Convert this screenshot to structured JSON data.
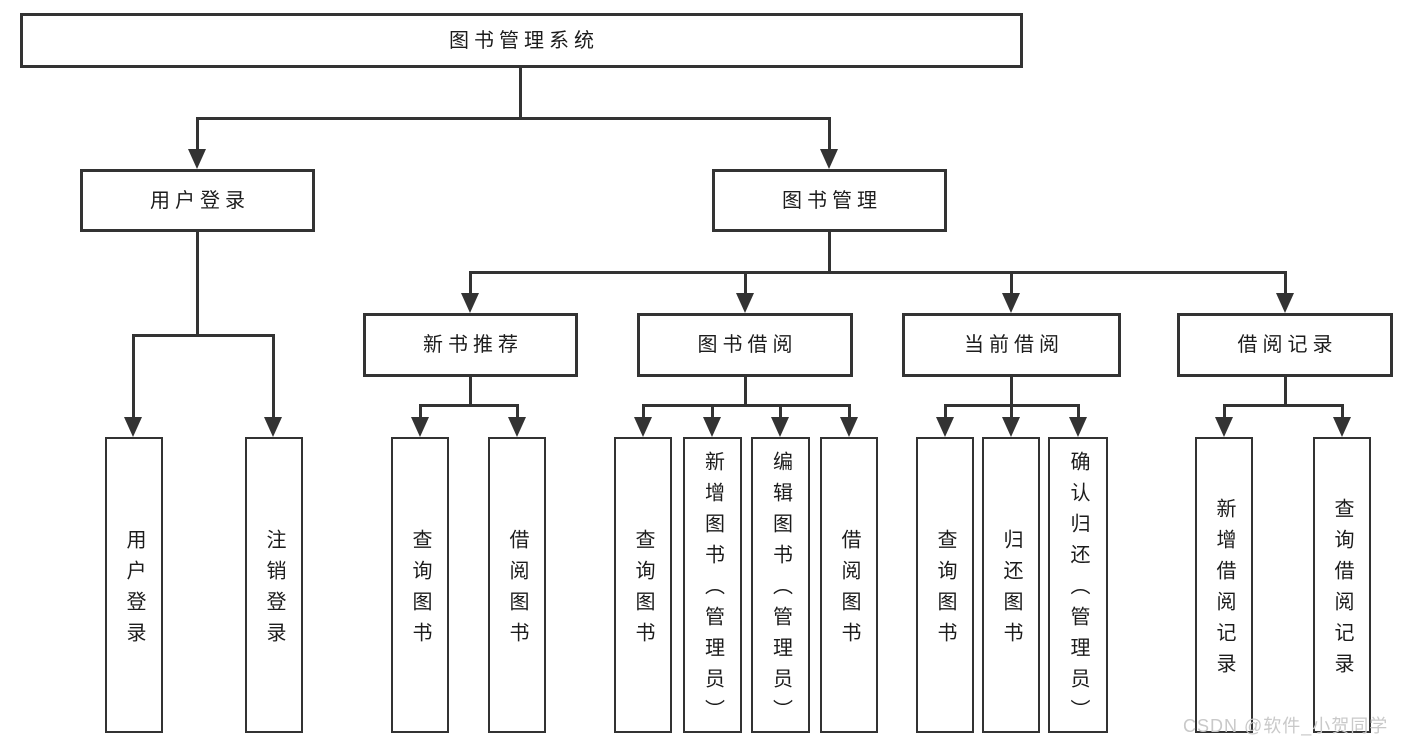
{
  "diagram": {
    "root": "图书管理系统",
    "level2": [
      "用户登录",
      "图书管理"
    ],
    "level3": [
      "新书推荐",
      "图书借阅",
      "当前借阅",
      "借阅记录"
    ],
    "leaves": [
      "用户登录",
      "注销登录",
      "查询图书",
      "借阅图书",
      "查询图书",
      "新增图书（管理员）",
      "编辑图书（管理员）",
      "借阅图书",
      "查询图书",
      "归还图书",
      "确认归还（管理员）",
      "新增借阅记录",
      "查询借阅记录"
    ]
  },
  "watermark": {
    "text": "CSDN @软件_小贺同学"
  },
  "colors": {
    "line": "#333333",
    "text": "#1c1c1c",
    "watermark": "#c9c9c9",
    "background": "#ffffff"
  }
}
